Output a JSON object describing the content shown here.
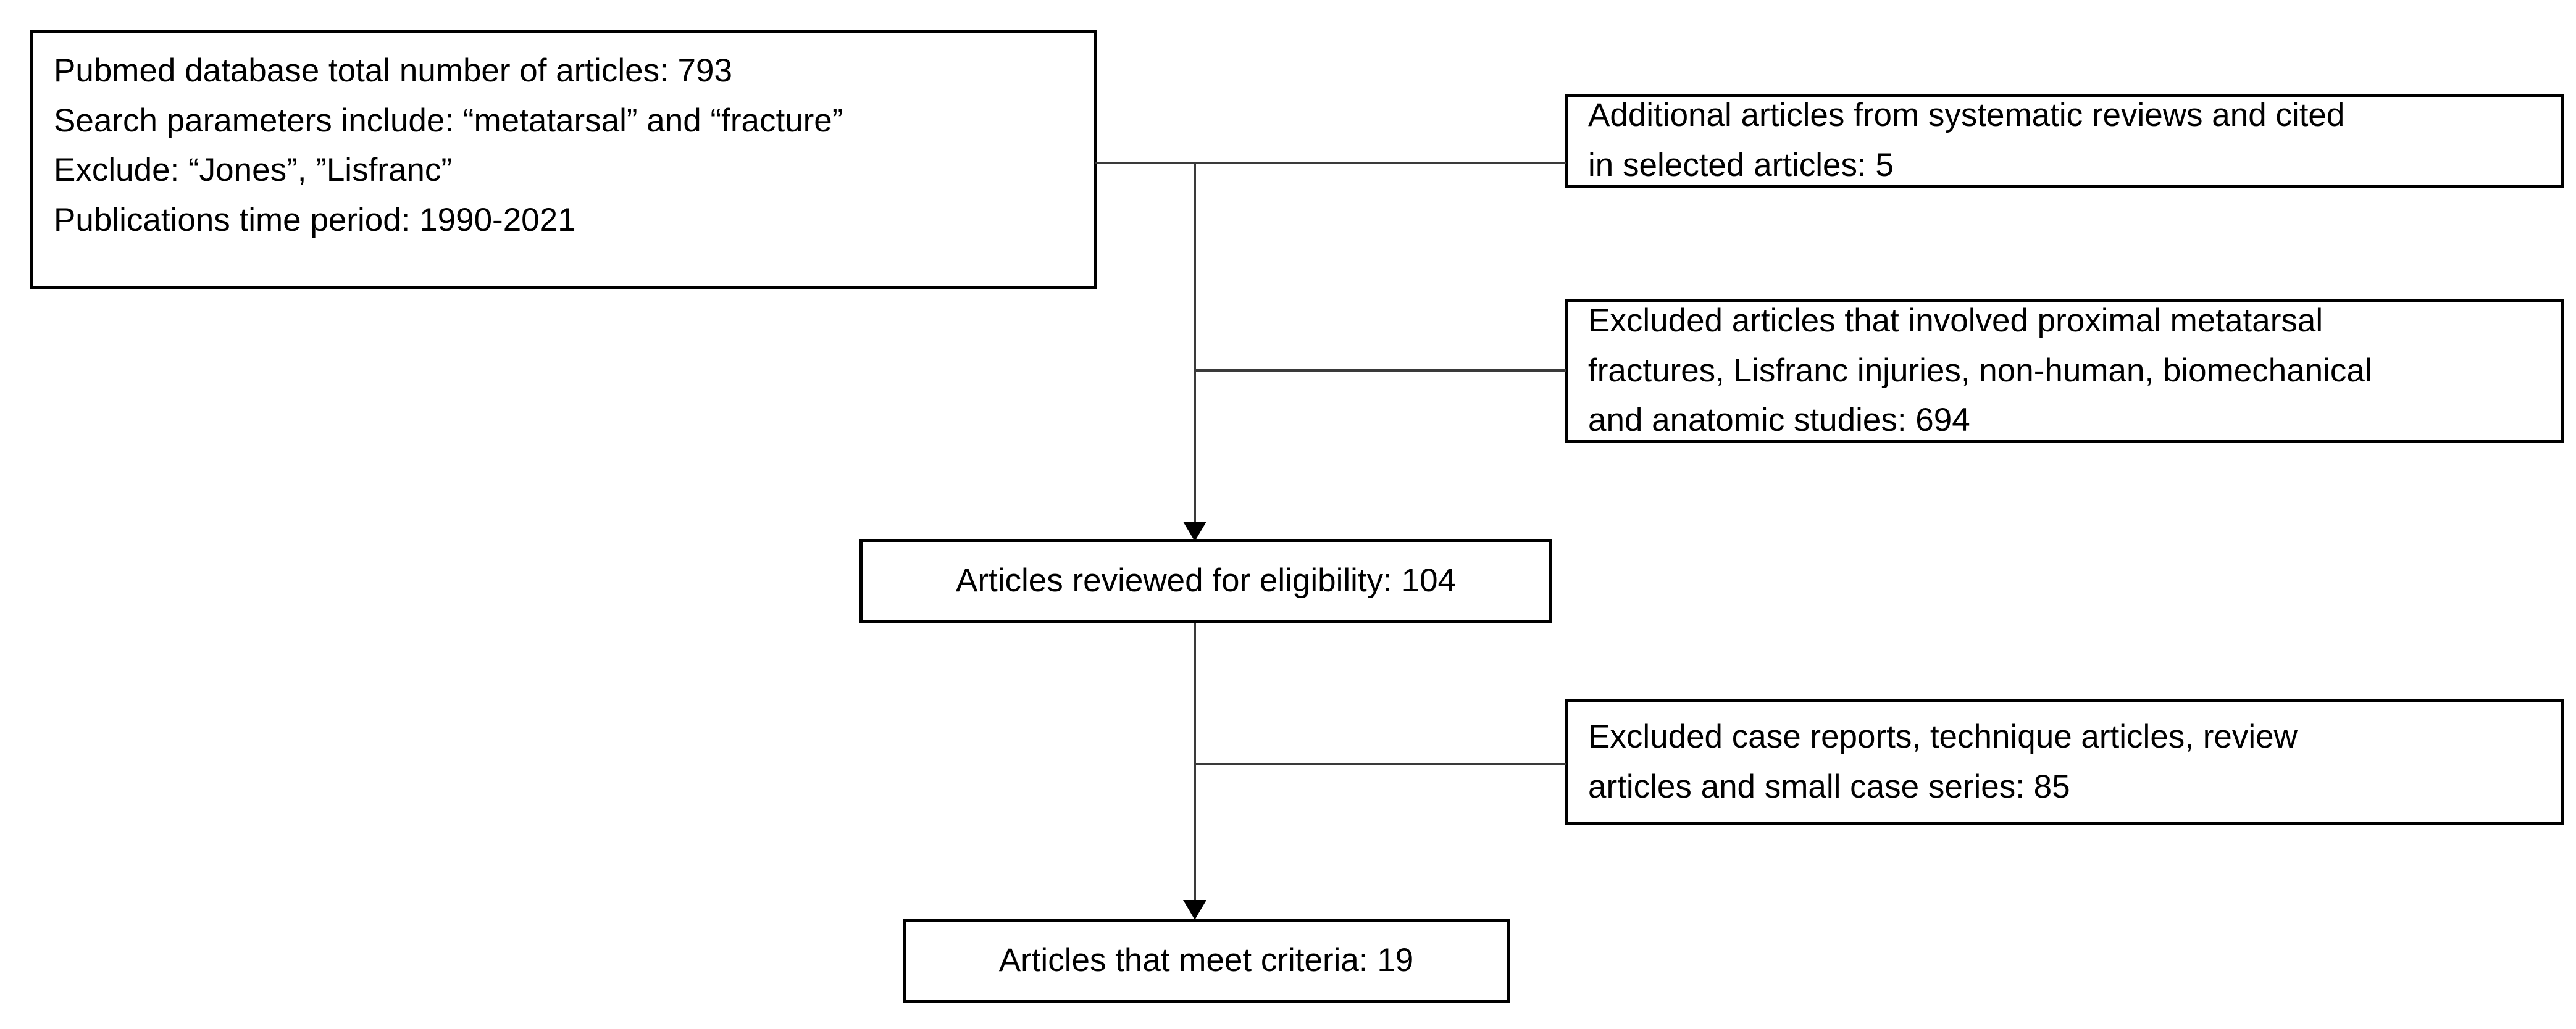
{
  "diagram": {
    "title": "Article selection flowchart",
    "type": "flowchart",
    "colors": {
      "box_border": "#000000",
      "connector": "#3a3a3a",
      "background": "#ffffff",
      "text": "#000000"
    },
    "nodes": {
      "source": {
        "name": "Pubmed database search criteria",
        "lines": [
          "Pubmed database total number of articles: 793",
          "Search parameters include: “metatarsal” and “fracture”",
          "Exclude: “Jones”, ”Lisfranc”",
          "Publications time period: 1990-2021"
        ],
        "count": 793,
        "time_period": "1990-2021"
      },
      "additional": {
        "name": "Additional articles",
        "lines": [
          "Additional articles from systematic reviews and cited",
          "in selected articles: 5"
        ],
        "count": 5
      },
      "excluded_proximal": {
        "name": "Excluded proximal metatarsal studies",
        "lines": [
          "Excluded articles that involved proximal metatarsal",
          "fractures, Lisfranc injuries, non-human, biomechanical",
          "and anatomic studies: 694"
        ],
        "count": 694
      },
      "eligibility": {
        "name": "Articles reviewed for eligibility",
        "lines": [
          "Articles reviewed for eligibility: 104"
        ],
        "count": 104
      },
      "excluded_case": {
        "name": "Excluded case reports and reviews",
        "lines": [
          "Excluded case reports, technique articles, review",
          "articles and small case series: 85"
        ],
        "count": 85
      },
      "meet_criteria": {
        "name": "Articles that meet criteria",
        "lines": [
          "Articles that meet criteria: 19"
        ],
        "count": 19
      }
    },
    "edges": [
      {
        "from": "source",
        "to": "additional",
        "style": "plain"
      },
      {
        "from": "source",
        "to": "excluded_proximal",
        "style": "plain"
      },
      {
        "from": "source",
        "to": "eligibility",
        "style": "arrow"
      },
      {
        "from": "eligibility",
        "to": "excluded_case",
        "style": "plain"
      },
      {
        "from": "eligibility",
        "to": "meet_criteria",
        "style": "arrow"
      }
    ]
  }
}
